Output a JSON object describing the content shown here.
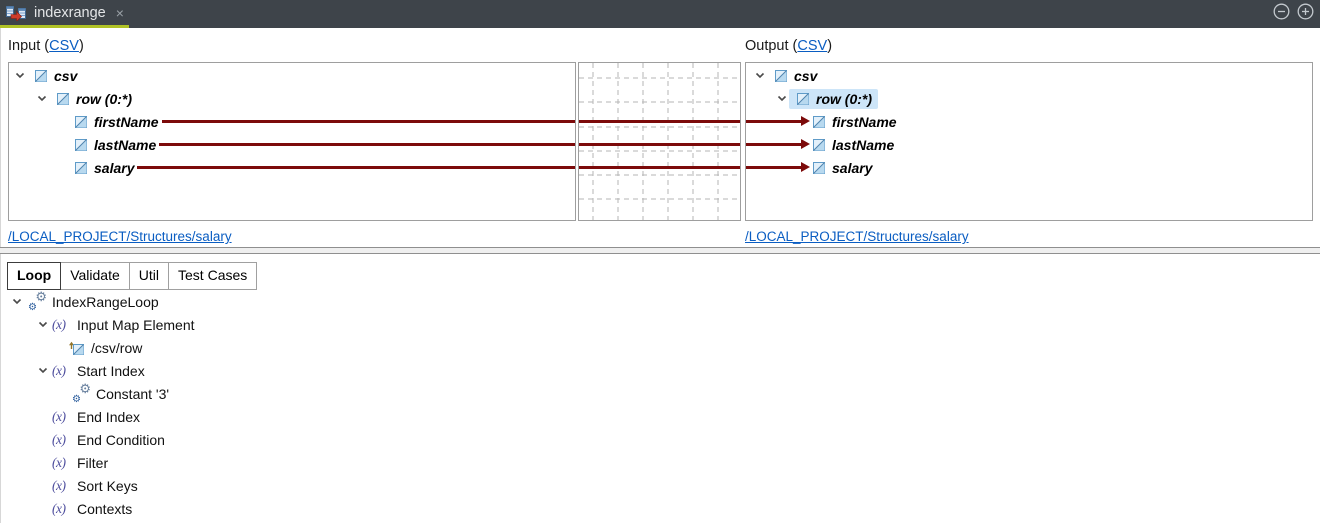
{
  "editor": {
    "tab_title": "indexrange"
  },
  "glyphs": {
    "close": "×",
    "fx": "(x)",
    "gear": "⚙"
  },
  "input_section": {
    "label_prefix": "Input (",
    "format_link": "CSV",
    "label_suffix": ")",
    "structure_link": "/LOCAL_PROJECT/Structures/salary",
    "tree": {
      "root": "csv",
      "row_label": "row (0:*)",
      "fields": [
        "firstName",
        "lastName",
        "salary"
      ]
    }
  },
  "output_section": {
    "label_prefix": "Output (",
    "format_link": "CSV",
    "label_suffix": ")",
    "structure_link": "/LOCAL_PROJECT/Structures/salary",
    "selected_node": "row (0:*)",
    "tree": {
      "root": "csv",
      "row_label": "row (0:*)",
      "fields": [
        "firstName",
        "lastName",
        "salary"
      ]
    }
  },
  "bottom_tabs": {
    "items": [
      "Loop",
      "Validate",
      "Util",
      "Test Cases"
    ],
    "active": "Loop"
  },
  "loop_tree": {
    "items": [
      "IndexRangeLoop",
      "Input Map Element",
      "/csv/row",
      "Start Index",
      "Constant '3'",
      "End Index",
      "End Condition",
      "Filter",
      "Sort Keys",
      "Contexts"
    ]
  },
  "colors": {
    "mapping_line": "#7c0a0a",
    "selection": "#cde5f8",
    "active_tab_underline": "#b0c226",
    "link": "#0a5dc2",
    "topbar": "#3e444a"
  }
}
